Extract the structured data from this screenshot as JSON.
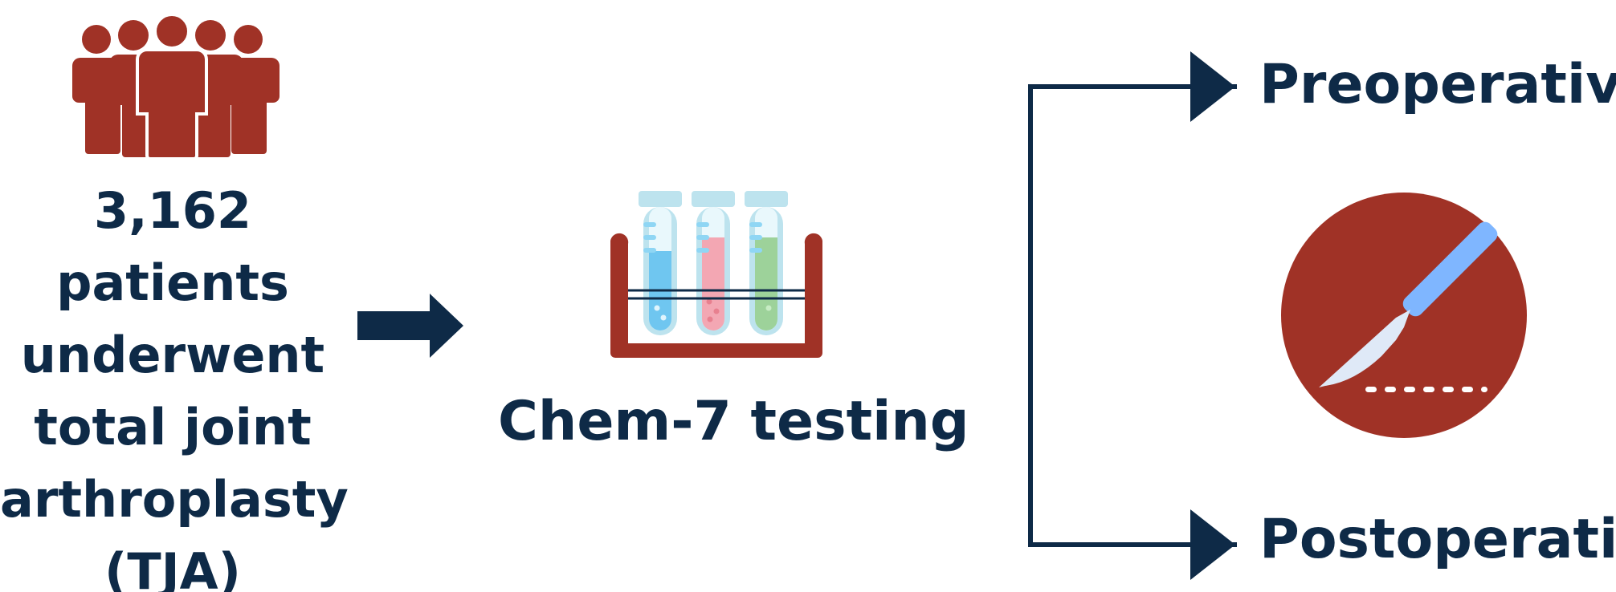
{
  "title": "",
  "cohort": {
    "count": "3,162",
    "description": [
      "patients",
      "underwent",
      "total joint",
      "arthroplasty",
      "(TJA)"
    ]
  },
  "test": {
    "label": "Chem-7 testing"
  },
  "branches": {
    "preoperative": "Preoperative",
    "postoperative": "Postoperative"
  },
  "icons": {
    "cohort": "people-group-icon",
    "test": "test-tubes-icon",
    "surgery": "scalpel-icon"
  },
  "colors": {
    "navy": "#0e2a47",
    "brick": "#a03226",
    "tube_blue": "#6fc6f0",
    "tube_pink": "#f3a7b3",
    "tube_green": "#9dd29a",
    "scalpel_blue": "#7fb6ff"
  }
}
